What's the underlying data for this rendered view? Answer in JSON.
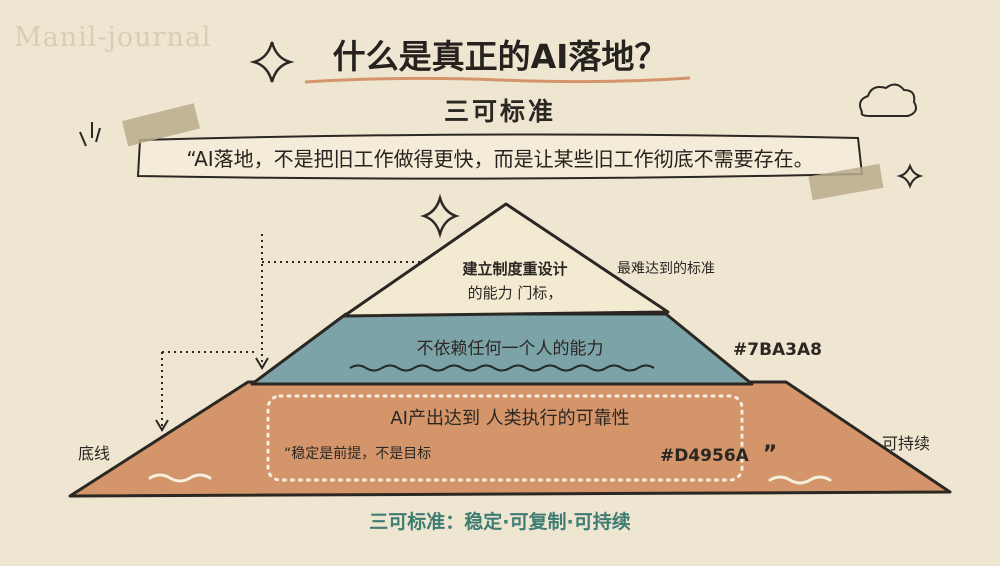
{
  "watermark": "Manil-journal",
  "title": "什么是真正的AI落地？",
  "subtitle": "三可标准",
  "quote": "“AI落地，不是把旧工作做得更快，而是让某些旧工作彻底不需要存在。",
  "pyramid": {
    "top": {
      "line1": "建立制度重设计",
      "line2": "的能力  门标，",
      "note": "最难达到的标准"
    },
    "middle": {
      "label": "不依赖任何一个人的能力",
      "color_label": "#7BA3A8"
    },
    "base": {
      "label": "AI产出达到 人类执行的可靠性",
      "quote": "“稳定是前提，不是目标",
      "color_label": "#D4956A",
      "close_quote": "”"
    },
    "left_label": "底线",
    "right_label": "可持续"
  },
  "caption": "三可标准：稳定·可复制·可持续",
  "colors": {
    "background": "#efe6d2",
    "top_tier": "#f3ead2",
    "middle_tier": "#7BA3A8",
    "base_tier": "#D4956A",
    "caption": "#3f7c73",
    "outline": "#2b2723",
    "title_underline": "#d4956a"
  },
  "icons": [
    "sparkle-icon",
    "cloud-icon",
    "tape-strip",
    "dotted-arrow"
  ]
}
